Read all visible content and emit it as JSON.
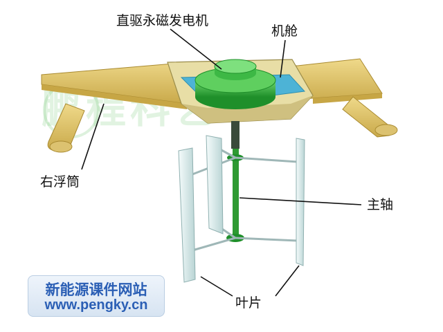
{
  "labels": {
    "generator": "直驱永磁发电机",
    "nacelle": "机舱",
    "right_float": "右浮筒",
    "main_shaft": "主轴",
    "blade": "叶片"
  },
  "watermark": "鹏程科艺",
  "site": {
    "name": "新能源课件网站",
    "url": "www.pengky.cn"
  },
  "colors": {
    "float_body": "#e3c466",
    "nacelle": "#e2d79a",
    "generator": "#3fb94a",
    "water_tray": "#4db3d6",
    "shaft": "#2e9a32",
    "blade": "#dfeeee",
    "site_text": "#2b5fb5"
  }
}
